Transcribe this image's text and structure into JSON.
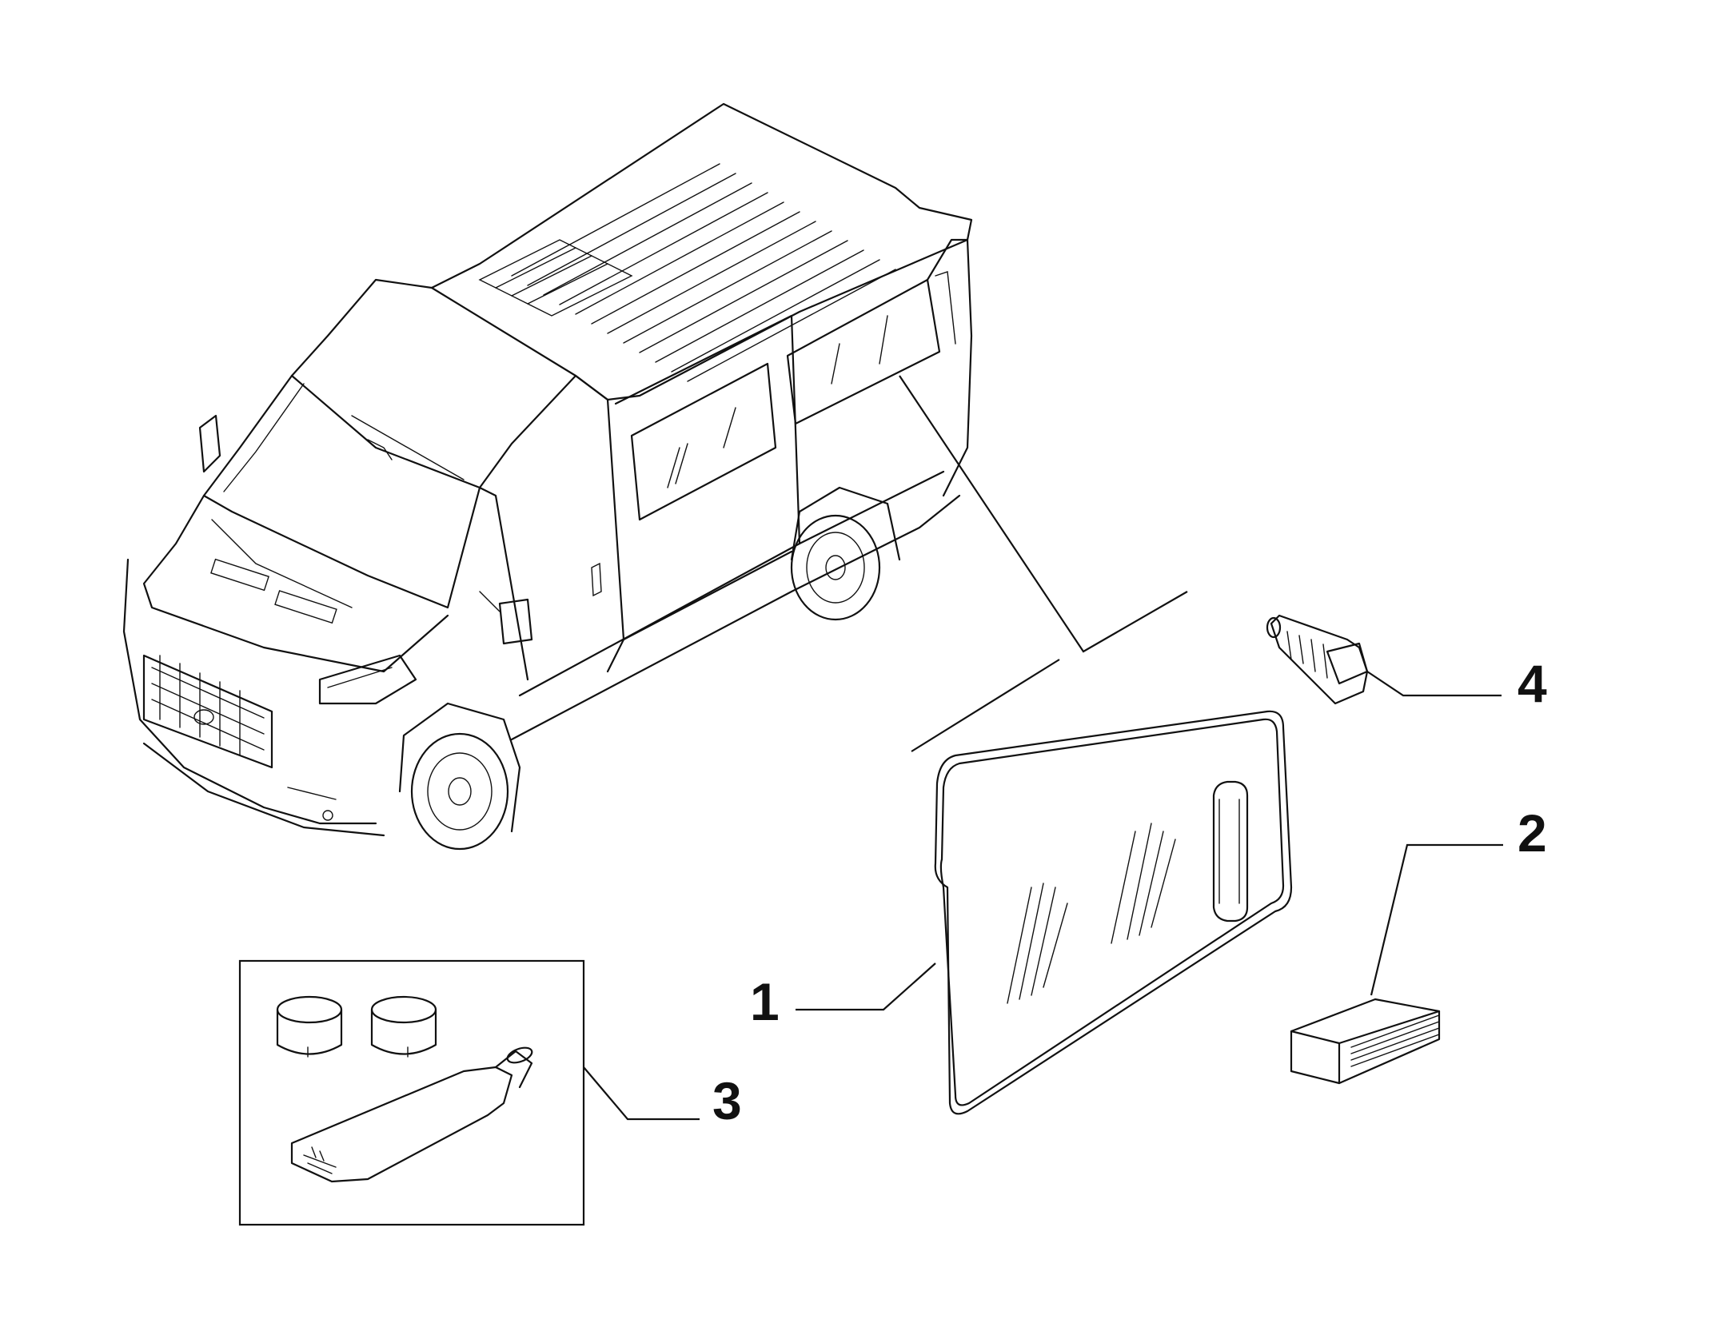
{
  "diagram": {
    "type": "exploded-parts-view",
    "callouts": [
      {
        "id": "1",
        "label": "1"
      },
      {
        "id": "2",
        "label": "2"
      },
      {
        "id": "3",
        "label": "3"
      },
      {
        "id": "4",
        "label": "4"
      }
    ],
    "parts": [
      {
        "callout": "1",
        "shape": "side-window-glass-panel"
      },
      {
        "callout": "2",
        "shape": "adhesive-strip-pack"
      },
      {
        "callout": "3",
        "shape": "primer-kit-caps-and-tube"
      },
      {
        "callout": "4",
        "shape": "push-clip-fastener"
      }
    ],
    "colors": {
      "line": "#111111",
      "background": "#ffffff"
    }
  }
}
